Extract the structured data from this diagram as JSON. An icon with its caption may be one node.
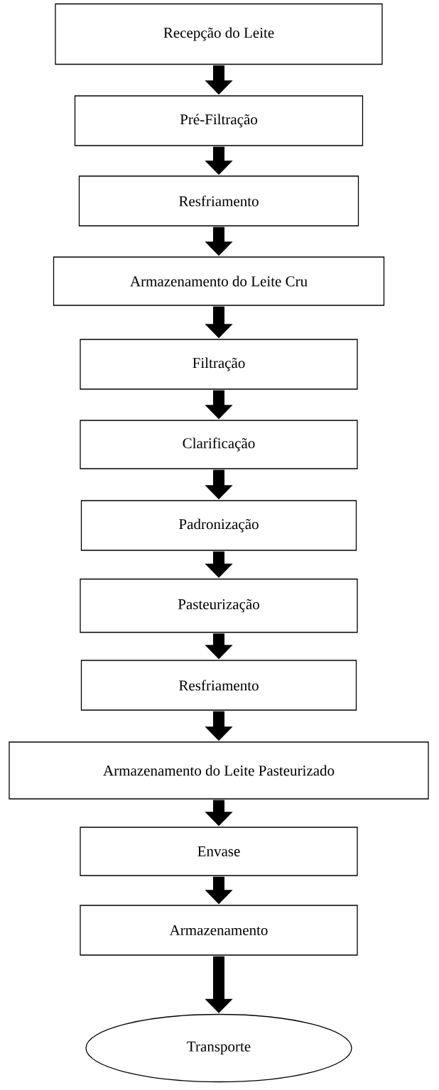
{
  "diagram": {
    "nodes": [
      {
        "text": [
          "Recepção do Leite"
        ]
      },
      {
        "text": [
          "Pré-Filtração"
        ]
      },
      {
        "text": [
          "Resfriamento"
        ]
      },
      {
        "text": [
          "Armazenamento do Leite Cru"
        ]
      },
      {
        "text": [
          "Filtração"
        ]
      },
      {
        "text": [
          "Clarificação"
        ]
      },
      {
        "text": [
          "Padronização"
        ]
      },
      {
        "text": [
          "Pasteurização"
        ]
      },
      {
        "text": [
          "Resfriamento"
        ]
      },
      {
        "text": [
          "Armazenamento do Leite Pasteurizado"
        ]
      },
      {
        "text": [
          "Envase"
        ]
      },
      {
        "text": [
          "Armazenamento"
        ]
      },
      {
        "text": [
          "Transporte"
        ]
      }
    ],
    "edges": [
      {
        "from": 0,
        "to": 1,
        "arrow": "to"
      },
      {
        "from": 1,
        "to": 2,
        "arrow": "to"
      },
      {
        "from": 2,
        "to": 3,
        "arrow": "to"
      },
      {
        "from": 3,
        "to": 4,
        "arrow": "to"
      },
      {
        "from": 4,
        "to": 5,
        "arrow": "to"
      },
      {
        "from": 5,
        "to": 6,
        "arrow": "to"
      },
      {
        "from": 6,
        "to": 7,
        "arrow": "to"
      },
      {
        "from": 7,
        "to": 8,
        "arrow": "to"
      },
      {
        "from": 8,
        "to": 9,
        "arrow": "to"
      },
      {
        "from": 9,
        "to": 10,
        "arrow": "to"
      },
      {
        "from": 10,
        "to": 11,
        "arrow": "to"
      },
      {
        "from": 11,
        "to": 12,
        "arrow": "to"
      }
    ]
  }
}
